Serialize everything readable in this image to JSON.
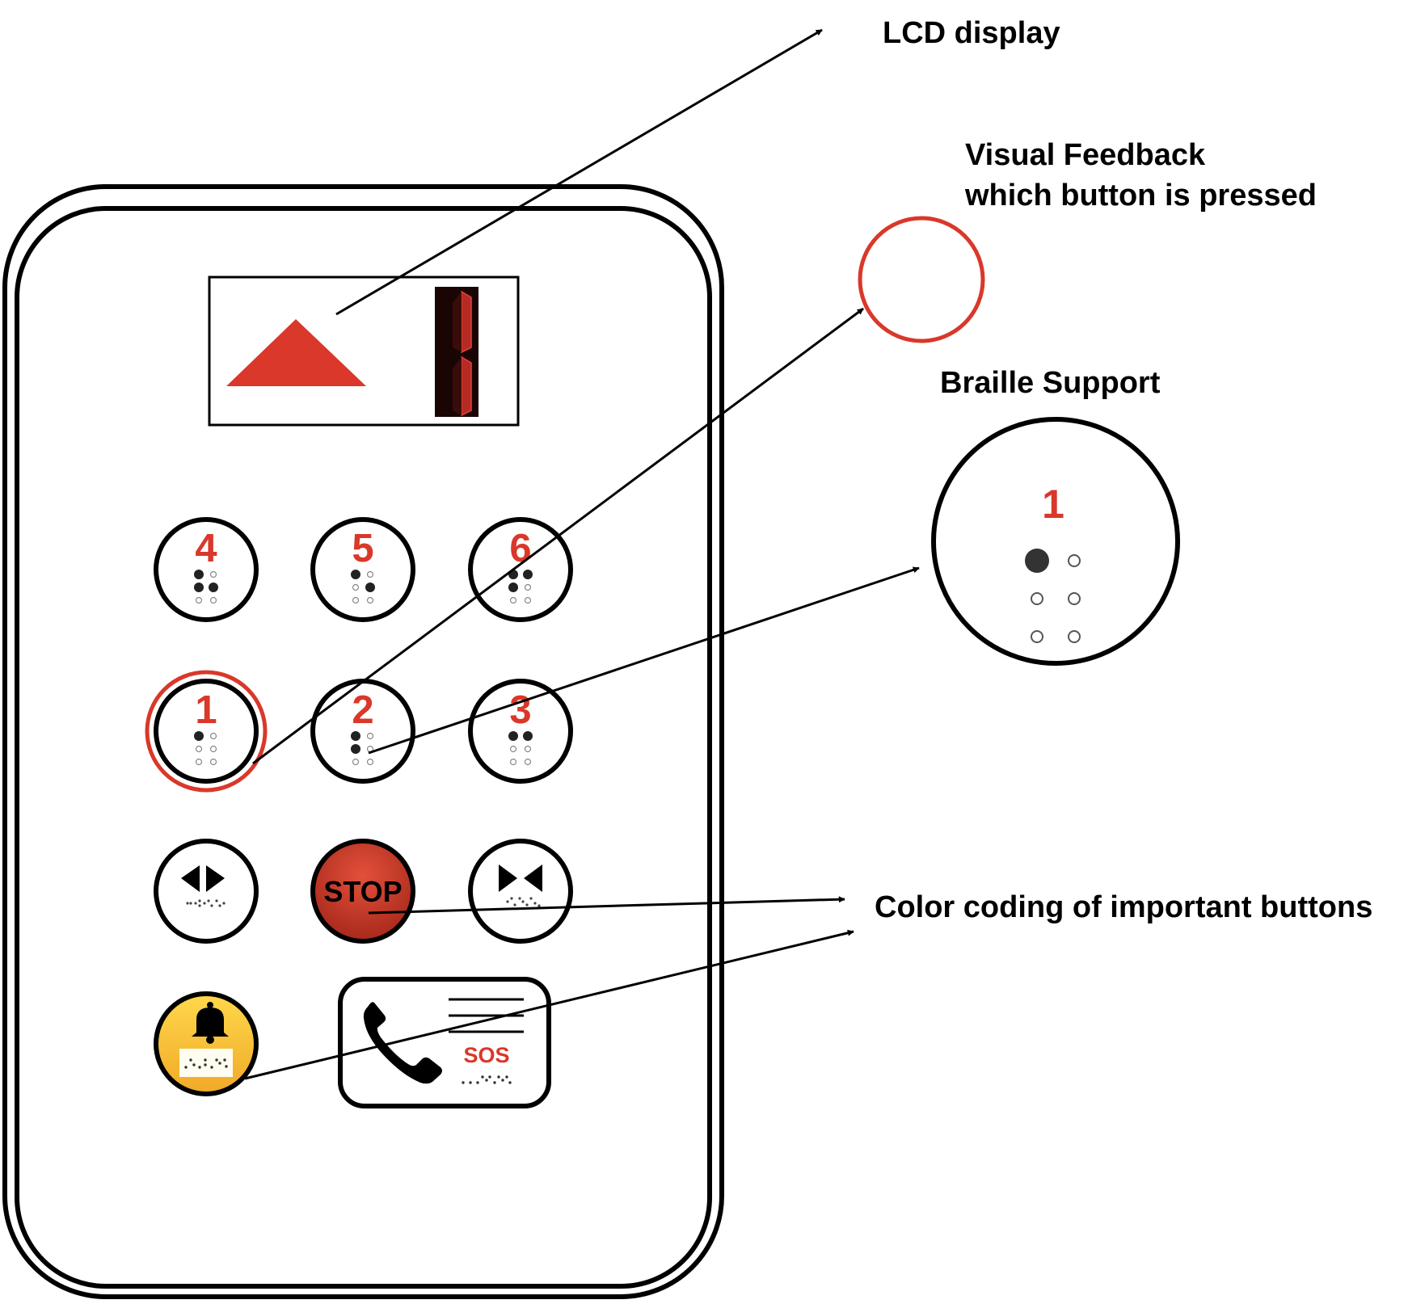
{
  "callouts": {
    "lcd": "LCD display",
    "feedback_line1": "Visual Feedback",
    "feedback_line2": "which button is pressed",
    "braille": "Braille Support",
    "color": "Color coding of important buttons"
  },
  "colors": {
    "accent": "#d9382a",
    "ink": "#000000",
    "stop_fill": "#c23420",
    "alarm_fill": "#f5c331",
    "display_bg": "#1a0505"
  },
  "floor_buttons": [
    {
      "label": "4",
      "braille": [
        1,
        0,
        1,
        1,
        0,
        0
      ]
    },
    {
      "label": "5",
      "braille": [
        1,
        0,
        0,
        1,
        0,
        0
      ]
    },
    {
      "label": "6",
      "braille": [
        1,
        1,
        1,
        0,
        0,
        0
      ]
    },
    {
      "label": "1",
      "braille": [
        1,
        0,
        0,
        0,
        0,
        0
      ],
      "pressed": true
    },
    {
      "label": "2",
      "braille": [
        1,
        0,
        1,
        0,
        0,
        0
      ]
    },
    {
      "label": "3",
      "braille": [
        1,
        1,
        0,
        0,
        0,
        0
      ]
    }
  ],
  "stop_button": {
    "label": "STOP"
  },
  "sos_panel": {
    "label": "SOS"
  },
  "magnified_button": {
    "label": "1",
    "braille": [
      1,
      0,
      0,
      0,
      0,
      0
    ]
  },
  "icons": {
    "direction": "up-arrow-icon",
    "floor_digit": "seven-segment-one-icon",
    "door_open": "door-open-icon",
    "door_close": "door-close-icon",
    "alarm": "bell-icon",
    "phone": "phone-icon"
  }
}
